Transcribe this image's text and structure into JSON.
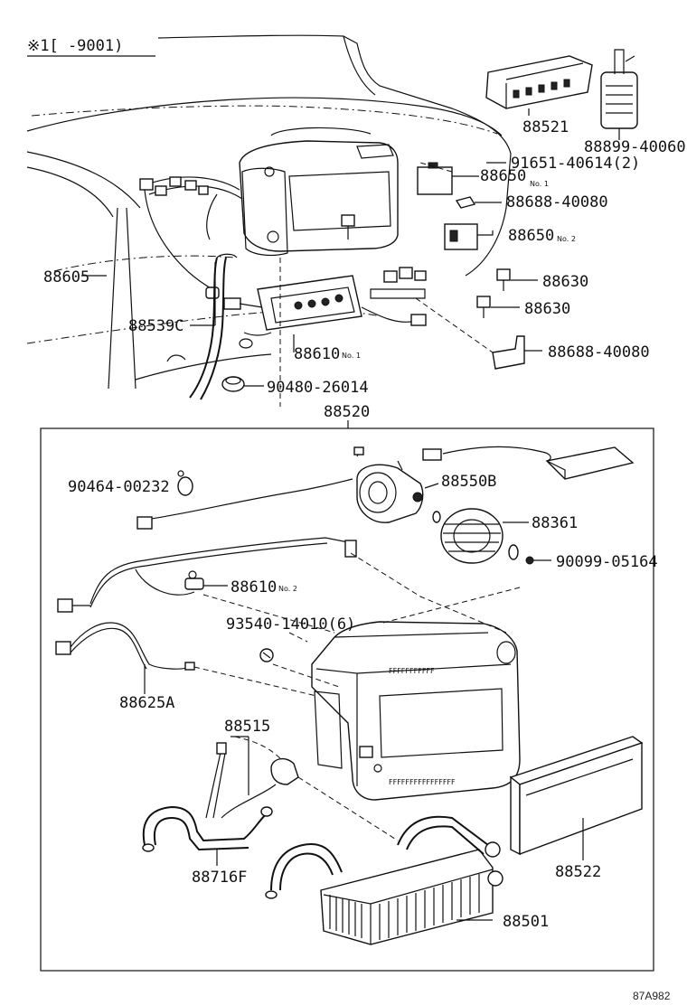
{
  "header": {
    "note": "※1[  -9001)"
  },
  "footer": {
    "ref": "87A982"
  },
  "subassembly_label": "88520",
  "labels": [
    {
      "id": "p88521",
      "text": "88521"
    },
    {
      "id": "p88899",
      "text": "88899-40060"
    },
    {
      "id": "p91651",
      "text": "91651-40614(2)"
    },
    {
      "id": "p88650a",
      "text": "88650",
      "note": "No. 1"
    },
    {
      "id": "p88688a",
      "text": "88688-40080"
    },
    {
      "id": "p88650b",
      "text": "88650",
      "note": "No. 2"
    },
    {
      "id": "p88605",
      "text": "88605"
    },
    {
      "id": "p88630a",
      "text": "88630"
    },
    {
      "id": "p88630b",
      "text": "88630"
    },
    {
      "id": "p88539c",
      "text": "88539C"
    },
    {
      "id": "p88610a",
      "text": "88610",
      "note": "No. 1"
    },
    {
      "id": "p88688b",
      "text": "88688-40080"
    },
    {
      "id": "p90480",
      "text": "90480-26014"
    },
    {
      "id": "p90464",
      "text": "90464-00232"
    },
    {
      "id": "p88550b",
      "text": "88550B"
    },
    {
      "id": "p88361",
      "text": "88361"
    },
    {
      "id": "p90099",
      "text": "90099-05164"
    },
    {
      "id": "p88610b",
      "text": "88610",
      "note": "No. 2"
    },
    {
      "id": "p93540",
      "text": "93540-14010(6)"
    },
    {
      "id": "p88625a",
      "text": "88625A"
    },
    {
      "id": "p88515",
      "text": "88515"
    },
    {
      "id": "p88716f",
      "text": "88716F"
    },
    {
      "id": "p88522",
      "text": "88522"
    },
    {
      "id": "p88501",
      "text": "88501"
    }
  ]
}
